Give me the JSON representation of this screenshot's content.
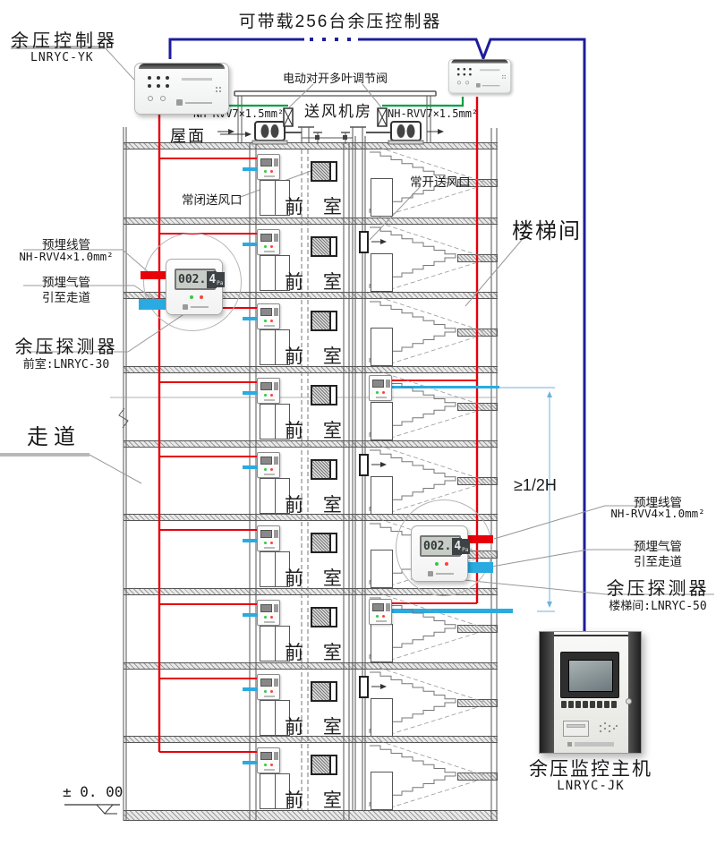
{
  "title": "可带载256台余压控制器",
  "controller": {
    "name": "余压控制器",
    "model": "LNRYC-YK"
  },
  "fan_room": {
    "label": "送风机房",
    "valve_label": "电动对开多叶调节阀",
    "cable_left": "NH-RVV7×1.5mm²",
    "cable_right": "NH-RVV7×1.5mm²"
  },
  "building": {
    "roof": "屋面",
    "nc_vent": "常闭送风口",
    "no_vent": "常开送风口",
    "front_room": "前 室",
    "stairwell": "楼梯间",
    "corridor": "走道",
    "level": "± 0. 00",
    "floors": 9
  },
  "detector_front": {
    "callout1a": "预埋线管",
    "callout1b": "NH-RVV4×1.0mm²",
    "callout2a": "预埋气管",
    "callout2b": "引至走道",
    "name": "余压探测器",
    "model": "前室:LNRYC-30",
    "display": "002.",
    "display_last": "4",
    "unit": "Pa"
  },
  "detector_stair": {
    "callout1a": "预埋线管",
    "callout1b": "NH-RVV4×1.0mm²",
    "callout2a": "预埋气管",
    "callout2b": "引至走道",
    "name": "余压探测器",
    "model": "楼梯间:LNRYC-50",
    "display": "002.",
    "display_last": "4",
    "unit": "Pa",
    "dim": "≥1/2H"
  },
  "host": {
    "name": "余压监控主机",
    "model": "LNRYC-JK"
  },
  "colors": {
    "wire_red": "#e8000a",
    "wire_bus_blue": "#1d1d9c",
    "wire_green": "#00a040",
    "pipe_blue": "#29abe2",
    "dim_blue": "#6db3e0",
    "structure": "#555"
  }
}
